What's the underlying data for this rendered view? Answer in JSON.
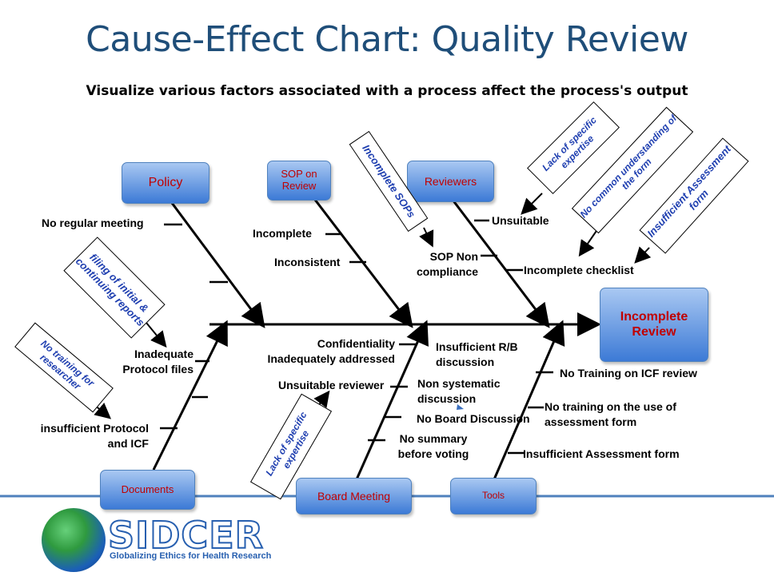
{
  "title": "Cause-Effect Chart: Quality Review",
  "subtitle": "Visualize various factors associated with a process affect the process's output",
  "effect": "Incomplete Review",
  "categories": {
    "policy": "Policy",
    "sop": "SOP on Review",
    "reviewers": "Reviewers",
    "documents": "Documents",
    "board_meeting": "Board Meeting",
    "tools": "Tools"
  },
  "causes": {
    "no_regular_meeting": "No regular meeting",
    "incomplete": "Incomplete",
    "inconsistent": "Inconsistent",
    "unsuitable": "Unsuitable",
    "sop_non_compliance": "SOP Non compliance",
    "incomplete_checklist": "Incomplete checklist",
    "inadequate_protocol_files": "Inadequate Protocol files",
    "insufficient_protocol_icf": "insufficient Protocol and ICF",
    "confidentiality": "Confidentiality Inadequately addressed",
    "unsuitable_reviewer": "Unsuitable reviewer",
    "insufficient_rb_discussion": "Insufficient R/B discussion",
    "non_systematic_discussion": "Non systematic discussion",
    "no_board_discussion": "No Board Discussion",
    "no_summary_before_voting": "No summary before voting",
    "no_training_icf_review": "No Training on ICF review",
    "no_training_assessment_form": "No training on the use of assessment form",
    "insufficient_assessment_form": "Insufficient Assessment form"
  },
  "notes": {
    "filing_reports": "filing of initial & continuing reports",
    "no_training_researcher": "No training for researcher",
    "incomplete_sops": "Incomplete SOPs",
    "lack_expertise_top": "Lack of specific expertise",
    "no_common_understanding": "No common understanding of the form",
    "insufficient_assessment_note": "Insufficient Assessment form",
    "lack_expertise_bottom": "Lack of specific expertise"
  },
  "logo": {
    "name": "SIDCER",
    "tagline": "Globalizing Ethics for Health Research"
  },
  "colors": {
    "title": "#1f4e79",
    "box_text": "#c00000",
    "note_text": "#1f3fb0",
    "footer_line": "#4f81bd"
  }
}
